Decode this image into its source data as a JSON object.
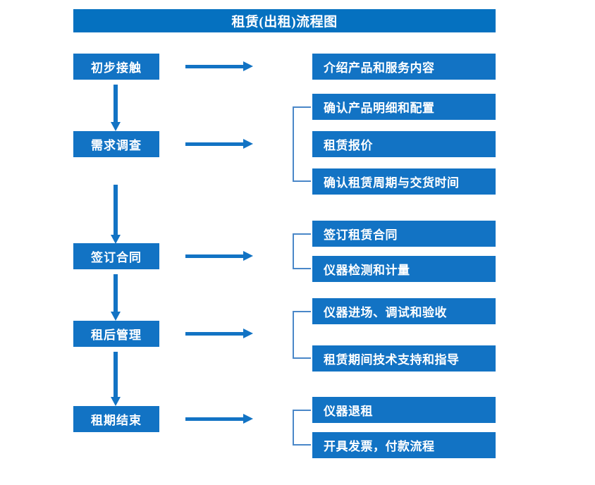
{
  "title": "租赁(出租)流程图",
  "theme": {
    "title_bar_color": "#0571C0",
    "box_color": "#1273C4",
    "arrow_color": "#1273C4",
    "bracket_color": "#4A87C8",
    "text_color": "#FFFFFF",
    "background": "#FFFFFF"
  },
  "stages": [
    {
      "label": "初步接触"
    },
    {
      "label": "需求调查"
    },
    {
      "label": "签订合同"
    },
    {
      "label": "租后管理"
    },
    {
      "label": "租期结束"
    }
  ],
  "details": [
    {
      "label": "介绍产品和服务内容"
    },
    {
      "label": "确认产品明细和配置"
    },
    {
      "label": "租赁报价"
    },
    {
      "label": "确认租赁周期与交货时间"
    },
    {
      "label": "签订租赁合同"
    },
    {
      "label": "仪器检测和计量"
    },
    {
      "label": "仪器进场、调试和验收"
    },
    {
      "label": "租赁期间技术支持和指导"
    },
    {
      "label": "仪器退租"
    },
    {
      "label": "开具发票，付款流程"
    }
  ],
  "groups": [
    {
      "stage": "初步接触",
      "details": [
        "介绍产品和服务内容"
      ]
    },
    {
      "stage": "需求调查",
      "details": [
        "确认产品明细和配置",
        "租赁报价",
        "确认租赁周期与交货时间"
      ]
    },
    {
      "stage": "签订合同",
      "details": [
        "签订租赁合同",
        "仪器检测和计量"
      ]
    },
    {
      "stage": "租后管理",
      "details": [
        "仪器进场、调试和验收",
        "租赁期间技术支持和指导"
      ]
    },
    {
      "stage": "租期结束",
      "details": [
        "仪器退租",
        "开具发票，付款流程"
      ]
    }
  ]
}
